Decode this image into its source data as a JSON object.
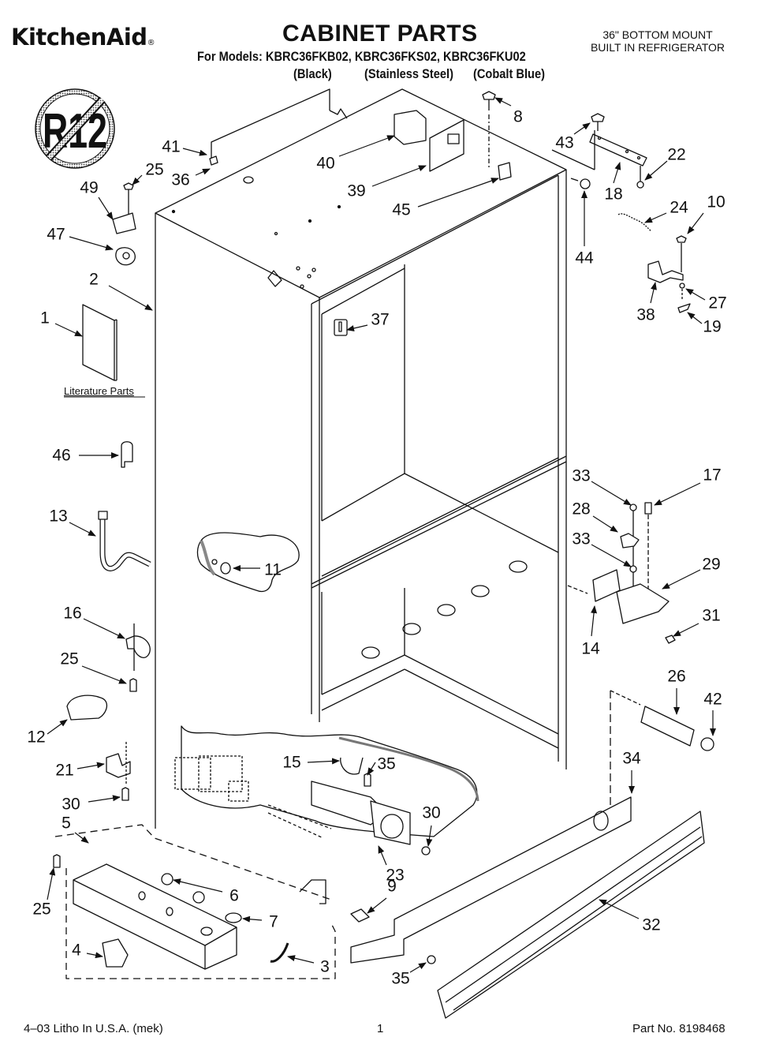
{
  "header": {
    "brand": "KitchenAid",
    "brand_mark": "®",
    "title": "CABINET PARTS",
    "models_line": "For Models: KBRC36FKB02, KBRC36FKS02, KBRC36FKU02",
    "variants": [
      "(Black)",
      "(Stainless Steel)",
      "(Cobalt Blue)"
    ],
    "subtitle_line1": "36\" BOTTOM MOUNT",
    "subtitle_line2": "BUILT IN REFRIGERATOR"
  },
  "badge": {
    "text": "R12",
    "meaning": "no-R12-refrigerant"
  },
  "literature_label": "Literature Parts",
  "callouts": [
    {
      "id": "c8",
      "label": "8"
    },
    {
      "id": "c41",
      "label": "41"
    },
    {
      "id": "c25a",
      "label": "25"
    },
    {
      "id": "c36",
      "label": "36"
    },
    {
      "id": "c40",
      "label": "40"
    },
    {
      "id": "c43",
      "label": "43"
    },
    {
      "id": "c22",
      "label": "22"
    },
    {
      "id": "c49",
      "label": "49"
    },
    {
      "id": "c39",
      "label": "39"
    },
    {
      "id": "c18",
      "label": "18"
    },
    {
      "id": "c45",
      "label": "45"
    },
    {
      "id": "c24",
      "label": "24"
    },
    {
      "id": "c10",
      "label": "10"
    },
    {
      "id": "c47",
      "label": "47"
    },
    {
      "id": "c44",
      "label": "44"
    },
    {
      "id": "c2",
      "label": "2"
    },
    {
      "id": "c27",
      "label": "27"
    },
    {
      "id": "c38",
      "label": "38"
    },
    {
      "id": "c1",
      "label": "1"
    },
    {
      "id": "c37",
      "label": "37"
    },
    {
      "id": "c19",
      "label": "19"
    },
    {
      "id": "c46",
      "label": "46"
    },
    {
      "id": "c33a",
      "label": "33"
    },
    {
      "id": "c17",
      "label": "17"
    },
    {
      "id": "c28",
      "label": "28"
    },
    {
      "id": "c13",
      "label": "13"
    },
    {
      "id": "c33b",
      "label": "33"
    },
    {
      "id": "c29",
      "label": "29"
    },
    {
      "id": "c11",
      "label": "11"
    },
    {
      "id": "c16",
      "label": "16"
    },
    {
      "id": "c31",
      "label": "31"
    },
    {
      "id": "c14",
      "label": "14"
    },
    {
      "id": "c25b",
      "label": "25"
    },
    {
      "id": "c26",
      "label": "26"
    },
    {
      "id": "c42",
      "label": "42"
    },
    {
      "id": "c12",
      "label": "12"
    },
    {
      "id": "c34",
      "label": "34"
    },
    {
      "id": "c15",
      "label": "15"
    },
    {
      "id": "c21",
      "label": "21"
    },
    {
      "id": "c35a",
      "label": "35"
    },
    {
      "id": "c30a",
      "label": "30"
    },
    {
      "id": "c30b",
      "label": "30"
    },
    {
      "id": "c5",
      "label": "5"
    },
    {
      "id": "c6",
      "label": "6"
    },
    {
      "id": "c25c",
      "label": "25"
    },
    {
      "id": "c23",
      "label": "23"
    },
    {
      "id": "c9",
      "label": "9"
    },
    {
      "id": "c7",
      "label": "7"
    },
    {
      "id": "c32",
      "label": "32"
    },
    {
      "id": "c4",
      "label": "4"
    },
    {
      "id": "c3",
      "label": "3"
    },
    {
      "id": "c35b",
      "label": "35"
    }
  ],
  "footer": {
    "left": "4–03 Litho In U.S.A. (mek)",
    "page": "1",
    "part_no": "Part No. 8198468"
  }
}
